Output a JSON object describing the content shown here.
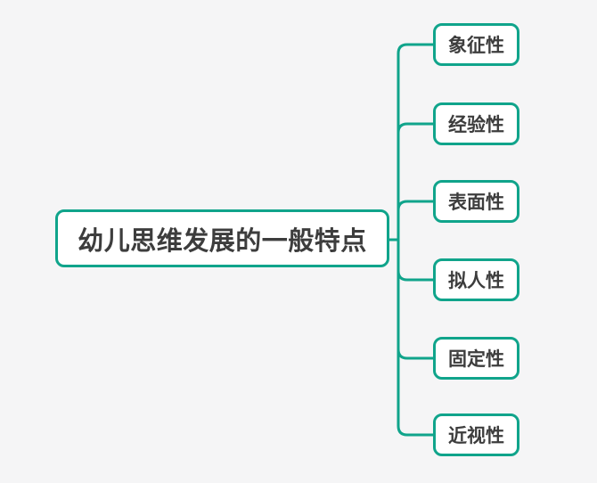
{
  "colors": {
    "background": "#f5f5f6",
    "accent": "#10a48b",
    "node_fill": "#ffffff",
    "text": "#3d3d3d"
  },
  "mindmap": {
    "root": {
      "label": "幼儿思维发展的一般特点"
    },
    "children": [
      {
        "label": "象征性"
      },
      {
        "label": "经验性"
      },
      {
        "label": "表面性"
      },
      {
        "label": "拟人性"
      },
      {
        "label": "固定性"
      },
      {
        "label": "近视性"
      }
    ]
  }
}
